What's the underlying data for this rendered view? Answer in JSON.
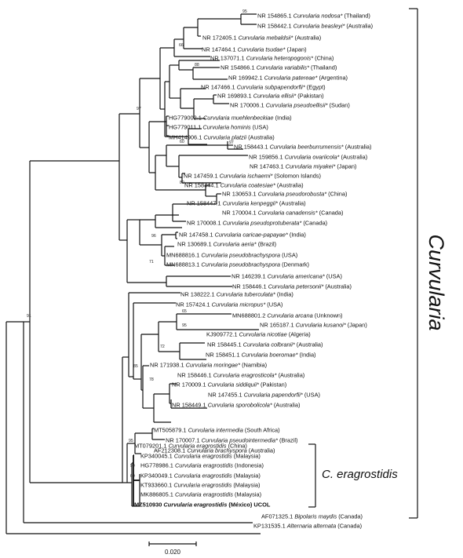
{
  "figure": {
    "taxa": [
      {
        "acc": "NR 154865.1",
        "sp": "Curvularia nodosa*",
        "origin": "(Thailand)"
      },
      {
        "acc": "NR 158442.1",
        "sp": "Curvularia beasleyi*",
        "origin": "(Australia)"
      },
      {
        "acc": "NR 172405.1",
        "sp": "Curvularia mebaldsii*",
        "origin": "(Australia)"
      },
      {
        "acc": "NR 147464.1",
        "sp": "Curvularia tsudae*",
        "origin": "(Japan)"
      },
      {
        "acc": "NR 137071.1",
        "sp": "Curvularia heteropogonis*",
        "origin": "(China)"
      },
      {
        "acc": "NR 154866.1",
        "sp": "Curvularia variabilis*",
        "origin": "(Thailand)"
      },
      {
        "acc": "NR 169942.1",
        "sp": "Curvularia patereae*",
        "origin": "(Argentina)"
      },
      {
        "acc": "NR 147466.1",
        "sp": "Curvularia subpapendorfii*",
        "origin": "(Egypt)"
      },
      {
        "acc": "NR 169893.1",
        "sp": "Curvularia ellisii*",
        "origin": "(Pakistan)"
      },
      {
        "acc": "NR 170006.1",
        "sp": "Curvularia pseudoellisii*",
        "origin": "(Sudan)"
      },
      {
        "acc": "HG779002.1",
        "sp": "Curvularia muehlenbeckiae",
        "origin": "(India)"
      },
      {
        "acc": "HG779011.1",
        "sp": "Curvularia hominis",
        "origin": "(USA)"
      },
      {
        "acc": "MH414906.1",
        "sp": "Curvularia platzii",
        "origin": "(Australia)"
      },
      {
        "acc": "NR 158443.1",
        "sp": "Curvularia beerburrumensis*",
        "origin": "(Australia)"
      },
      {
        "acc": "NR 159856.1",
        "sp": "Curvularia ovariicola*",
        "origin": "(Australia)"
      },
      {
        "acc": "NR 147463.1",
        "sp": "Curvularia miyakei*",
        "origin": "(Japan)"
      },
      {
        "acc": "NR 147459.1",
        "sp": "Curvularia ischaemi*",
        "origin": "(Solomon Islands)"
      },
      {
        "acc": "NR 158444.1",
        "sp": "Curvularia coatesiae*",
        "origin": "(Australia)"
      },
      {
        "acc": "NR 130653.1",
        "sp": "Curvularia pseudorobusta*",
        "origin": "(China)"
      },
      {
        "acc": "NR 158447.1",
        "sp": "Curvularia kenpeggii*",
        "origin": "(Australia)"
      },
      {
        "acc": "NR 170004.1",
        "sp": "Curvularia canadensis*",
        "origin": "(Canada)"
      },
      {
        "acc": "NR 170008.1",
        "sp": "Curvularia pseudoprotuberata*",
        "origin": "(Canada)"
      },
      {
        "acc": "NR 147458.1",
        "sp": "Curvularia caricae-papayae*",
        "origin": "(India)"
      },
      {
        "acc": "NR 130689.1",
        "sp": "Curvularia aeria*",
        "origin": "(Brazil)"
      },
      {
        "acc": "MN688816.1",
        "sp": "Curvularia pseudobrachyspora",
        "origin": "(USA)"
      },
      {
        "acc": "MN688813.1",
        "sp": "Curvularia pseudobrachyspora",
        "origin": "(Denmark)"
      },
      {
        "acc": "NR 146239.1",
        "sp": "Curvularia americana*",
        "origin": "(USA)"
      },
      {
        "acc": "NR 158446.1",
        "sp": "Curvularia petersonii*",
        "origin": "(Australia)"
      },
      {
        "acc": "NR 138222.1",
        "sp": "Curvularia tuberculata*",
        "origin": "(India)"
      },
      {
        "acc": "NR 157424.1",
        "sp": "Curvularia micropus*",
        "origin": "(USA)"
      },
      {
        "acc": "MN688801.2",
        "sp": "Curvularia arcana",
        "origin": "(Unknown)"
      },
      {
        "acc": "NR 165187.1",
        "sp": "Curvularia kusanoi*",
        "origin": "(Japan)"
      },
      {
        "acc": "KJ909772.1",
        "sp": "Curvularia nicotiae",
        "origin": "(Algeria)"
      },
      {
        "acc": "NR 158445.1",
        "sp": "Curvularia colbranii*",
        "origin": "(Australia)"
      },
      {
        "acc": "NR 158451.1",
        "sp": "Curvularia boeromae*",
        "origin": "(India)"
      },
      {
        "acc": "NR 171938.1",
        "sp": "Curvularia moringae*",
        "origin": "(Namibia)"
      },
      {
        "acc": "NR 158446.1",
        "sp": "Curvularia eragrosticola*",
        "origin": "(Australia)"
      },
      {
        "acc": "NR 170009.1",
        "sp": "Curvularia siddiquii*",
        "origin": "(Pakistan)"
      },
      {
        "acc": "NR 147455.1",
        "sp": "Curvularia papendorfii*",
        "origin": "(USA)"
      },
      {
        "acc": "NR 158449.1",
        "sp": "Curvularia sporobolicola*",
        "origin": "(Australia)"
      },
      {
        "acc": "MT505879.1",
        "sp": "Curvularia intermedia",
        "origin": "(South Africa)"
      },
      {
        "acc": "NR 170007.1",
        "sp": "Curvularia pseudointermedia*",
        "origin": "(Brazil)"
      },
      {
        "acc": "AF212308.1",
        "sp": "Curvularia brachyspora",
        "origin": "(Australia)"
      },
      {
        "acc": "MT079201.1",
        "sp": "Curvularia eragrostidis",
        "origin": "(China)"
      },
      {
        "acc": "KP340045.1",
        "sp": "Curvularia eragrostidis",
        "origin": "(Malaysia)"
      },
      {
        "acc": "HG778986.1",
        "sp": "Curvularia eragrostidis",
        "origin": "(Indonesia)"
      },
      {
        "acc": "KP340049.1",
        "sp": "Curvularia eragrostidis",
        "origin": "(Malaysia)"
      },
      {
        "acc": "KT933660.1",
        "sp": "Curvularia eragrostidis",
        "origin": "(Malaysia)"
      },
      {
        "acc": "MK886805.1",
        "sp": "Curvularia eragrostidis",
        "origin": "(Malaysia)"
      },
      {
        "acc": "MZ510930",
        "sp": "Curvularia eragrostidis",
        "origin": "(México) UCOL",
        "bold": true
      },
      {
        "acc": "AF071325.1",
        "sp": "Bipolaris maydis",
        "origin": "(Canada)"
      },
      {
        "acc": "KP131535.1",
        "sp": "Alternaria alternata",
        "origin": "(Canada)"
      }
    ],
    "bootstraps": [
      "95",
      "66",
      "88",
      "97",
      "60",
      "97",
      "80",
      "96",
      "71",
      "91",
      "65",
      "95",
      "72",
      "85",
      "78",
      "95",
      "99",
      "60"
    ],
    "clade_labels": {
      "curvularia": "Curvularia",
      "eragrostidis": "C. eragrostidis"
    },
    "scale_bar": {
      "label": "0.020"
    }
  }
}
